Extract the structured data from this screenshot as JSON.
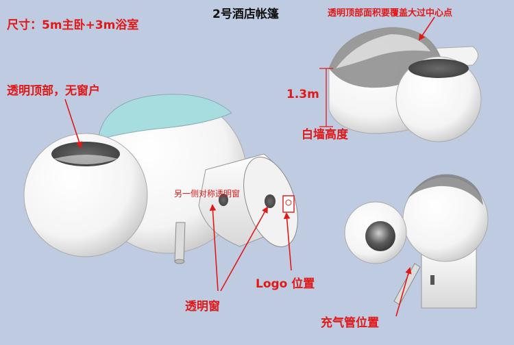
{
  "title": "2号酒店帐篷",
  "size_label": "尺寸：5m主卧+3m浴室",
  "annotations": {
    "transparent_top": "透明顶部，无窗户",
    "symmetric_window": "另一侧对称透明窗",
    "window": "透明窗",
    "logo": "Logo 位置",
    "top_area": "透明顶部面积要覆盖大过中心点",
    "height_value": "1.3m",
    "wall_height": "白墙高度",
    "inflation_pipe": "充气管位置"
  },
  "colors": {
    "background": "#bfcbe0",
    "label_red": "#e01818",
    "dome_white": "#ffffff",
    "transparent_top": "#a8dde0",
    "shadow_gray": "#5a5a5a"
  }
}
